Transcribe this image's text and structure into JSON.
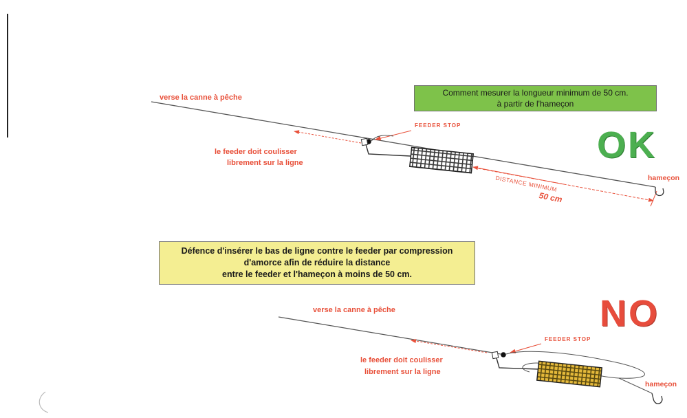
{
  "top_panel": {
    "info_box": [
      "Comment mesurer la longueur minimum de 50 cm.",
      "à partir de l'hameçon"
    ],
    "verdict": "OK",
    "rod_label": "verse la canne à pêche",
    "feeder_stop_label": "FEEDER STOP",
    "slide_label": [
      "le feeder doit coulisser",
      "librement sur la ligne"
    ],
    "hook_label": "hameçon",
    "distance_label": "DISTANCE MINIMUM",
    "distance_value": "50 cm"
  },
  "bottom_panel": {
    "info_box": [
      "Défence d'insérer le bas de ligne contre le feeder par compression",
      "d'amorce afin de réduire la distance",
      "entre le feeder et l'hameçon à moins de 50 cm."
    ],
    "verdict": "NO",
    "rod_label": "verse la canne à pêche",
    "feeder_stop_label": "FEEDER STOP",
    "slide_label": [
      "le feeder doit coulisser",
      "librement sur la ligne"
    ],
    "hook_label": "hameçon"
  },
  "colors": {
    "annotation_red": "#e8503a",
    "ok_green": "#4caf50",
    "no_red": "#e74c3c",
    "green_box": "#7ec24a",
    "yellow_box": "#f4ee92",
    "line": "#555555"
  }
}
